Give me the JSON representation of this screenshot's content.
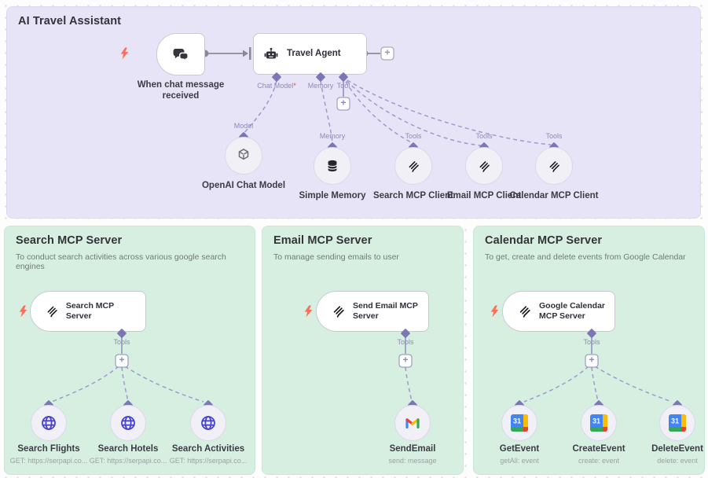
{
  "ui": {
    "plus": "+",
    "required_mark": "*",
    "gcal_day": "31"
  },
  "colors": {
    "main_section_bg": "#e8e4f7",
    "server_section_bg": "#d7efe1",
    "node_bg": "#ffffff",
    "node_border": "#c9c9d4",
    "lightning": "#ff6d5a",
    "edge_solid": "#98979e",
    "edge_dashed": "#9e9acd",
    "port_diamond": "#7b77b7",
    "globe_icon": "#4843d2",
    "required_asterisk": "#e5484d"
  },
  "main": {
    "title": "AI Travel Assistant",
    "trigger": {
      "label": "When chat message received"
    },
    "agent": {
      "label": "Travel Agent",
      "ports": {
        "chat_model": "Chat Model",
        "memory": "Memory",
        "tool": "Tool"
      }
    },
    "sub_nodes": [
      {
        "port": "Model",
        "label": "OpenAI Chat Model"
      },
      {
        "port": "Memory",
        "label": "Simple Memory"
      },
      {
        "port": "Tools",
        "label": "Search MCP Client"
      },
      {
        "port": "Tools",
        "label": "Email MCP Client"
      },
      {
        "port": "Tools",
        "label": "Calendar MCP Client"
      }
    ]
  },
  "search": {
    "title": "Search MCP Server",
    "subtitle": "To conduct search activities across various google search engines",
    "server": {
      "label": "Search MCP Server",
      "port": "Tools"
    },
    "tools": [
      {
        "label": "Search Flights",
        "sub": "GET: https://serpapi.co..."
      },
      {
        "label": "Search Hotels",
        "sub": "GET: https://serpapi.co..."
      },
      {
        "label": "Search Activities",
        "sub": "GET: https://serpapi.co..."
      }
    ]
  },
  "email": {
    "title": "Email MCP Server",
    "subtitle": "To manage sending emails to user",
    "server": {
      "label": "Send Email MCP Server",
      "port": "Tools"
    },
    "tools": [
      {
        "label": "SendEmail",
        "sub": "send: message"
      }
    ]
  },
  "calendar": {
    "title": "Calendar MCP Server",
    "subtitle": "To get, create and delete events from Google Calendar",
    "server": {
      "label": "Google Calendar MCP Server",
      "port": "Tools"
    },
    "tools": [
      {
        "label": "GetEvent",
        "sub": "getAll: event"
      },
      {
        "label": "CreateEvent",
        "sub": "create: event"
      },
      {
        "label": "DeleteEvent",
        "sub": "delete: event"
      }
    ]
  }
}
